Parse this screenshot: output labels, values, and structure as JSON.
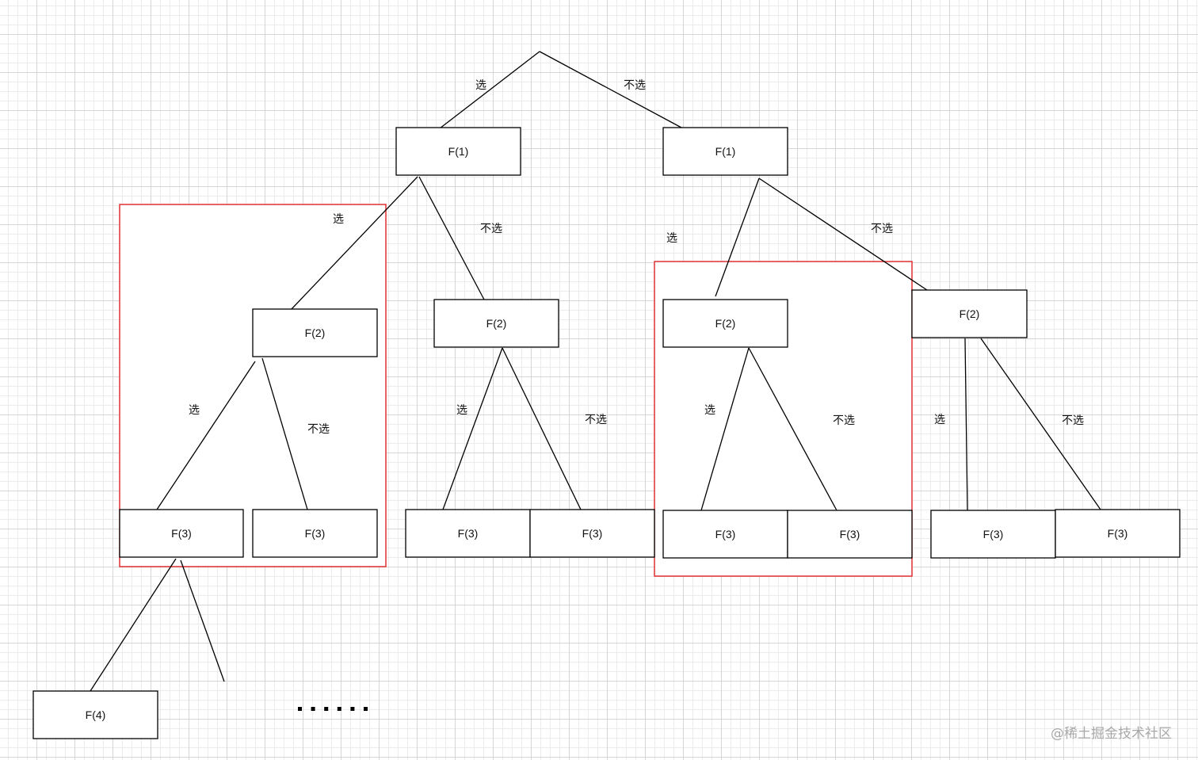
{
  "diagram": {
    "nodes": [
      {
        "id": "r1",
        "label": "F(1)"
      },
      {
        "id": "r2",
        "label": "F(1)"
      },
      {
        "id": "a1",
        "label": "F(2)"
      },
      {
        "id": "a2",
        "label": "F(2)"
      },
      {
        "id": "b1",
        "label": "F(2)"
      },
      {
        "id": "b2",
        "label": "F(2)"
      },
      {
        "id": "c1",
        "label": "F(3)"
      },
      {
        "id": "c2",
        "label": "F(3)"
      },
      {
        "id": "c3",
        "label": "F(3)"
      },
      {
        "id": "c4",
        "label": "F(3)"
      },
      {
        "id": "c5",
        "label": "F(3)"
      },
      {
        "id": "c6",
        "label": "F(3)"
      },
      {
        "id": "c7",
        "label": "F(3)"
      },
      {
        "id": "c8",
        "label": "F(3)"
      },
      {
        "id": "d1",
        "label": "F(4)"
      }
    ],
    "edges": [
      {
        "from": "root",
        "to": "r1",
        "label": "选"
      },
      {
        "from": "root",
        "to": "r2",
        "label": "不选"
      },
      {
        "from": "r1",
        "to": "a1",
        "label": "选"
      },
      {
        "from": "r1",
        "to": "a2",
        "label": "不选"
      },
      {
        "from": "r2",
        "to": "b1",
        "label": "选"
      },
      {
        "from": "r2",
        "to": "b2",
        "label": "不选"
      },
      {
        "from": "a1",
        "to": "c1",
        "label": "选"
      },
      {
        "from": "a1",
        "to": "c2",
        "label": "不选"
      },
      {
        "from": "a2",
        "to": "c3",
        "label": "选"
      },
      {
        "from": "a2",
        "to": "c4",
        "label": "不选"
      },
      {
        "from": "b1",
        "to": "c5",
        "label": "选"
      },
      {
        "from": "b1",
        "to": "c6",
        "label": "不选"
      },
      {
        "from": "b2",
        "to": "c7",
        "label": "选"
      },
      {
        "from": "b2",
        "to": "c8",
        "label": "不选"
      },
      {
        "from": "c1",
        "to": "d1",
        "label": ""
      },
      {
        "from": "c1",
        "to": "open",
        "label": ""
      }
    ],
    "highlight_color": "#e03131",
    "ellipsis": "......"
  },
  "watermark": "@稀土掘金技术社区"
}
